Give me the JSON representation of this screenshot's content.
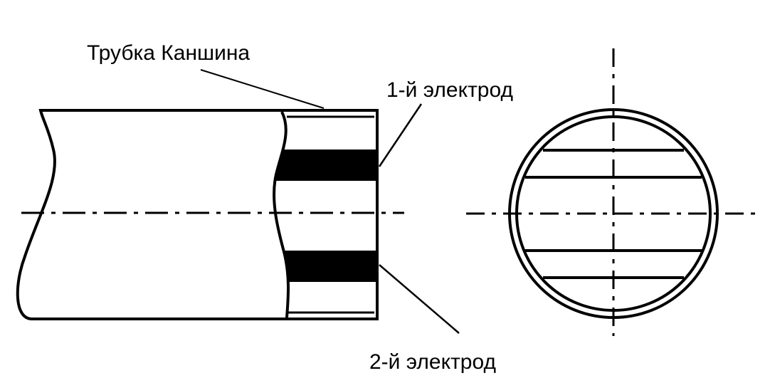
{
  "labels": {
    "tube": "Трубка Каншина",
    "electrode1": "1-й электрод",
    "electrode2": "2-й электрод"
  },
  "colors": {
    "ink": "#000000",
    "paper": "#ffffff"
  }
}
